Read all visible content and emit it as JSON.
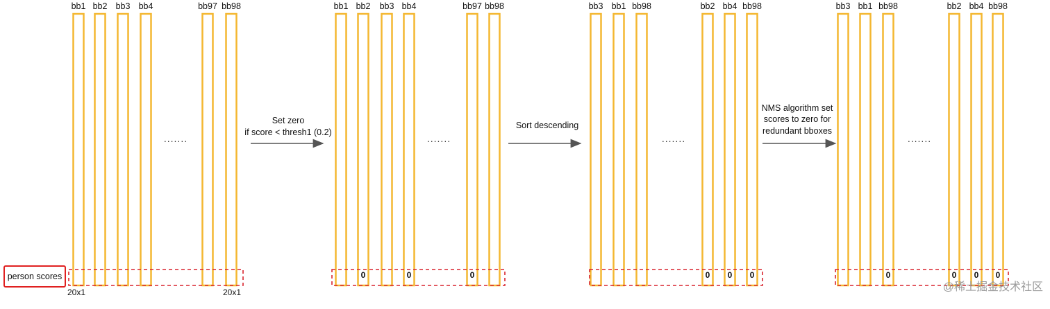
{
  "colors": {
    "column_stroke": "#F4B731",
    "dashed_box_stroke": "#D9242E",
    "person_box_stroke": "#E02020",
    "arrow": "#555555",
    "text": "#111111",
    "watermark": "#9a9a9a"
  },
  "ellipsis": ".......",
  "dimension_label": "20x1",
  "person_scores_label": "person scores",
  "watermark": "@稀土掘金技术社区",
  "stages": [
    {
      "columns": [
        {
          "label": "bb1",
          "zero": ""
        },
        {
          "label": "bb2",
          "zero": ""
        },
        {
          "label": "bb3",
          "zero": ""
        },
        {
          "label": "bb4",
          "zero": ""
        },
        {
          "label": "bb97",
          "zero": ""
        },
        {
          "label": "bb98",
          "zero": ""
        }
      ]
    },
    {
      "columns": [
        {
          "label": "bb1",
          "zero": ""
        },
        {
          "label": "bb2",
          "zero": "0"
        },
        {
          "label": "bb3",
          "zero": ""
        },
        {
          "label": "bb4",
          "zero": "0"
        },
        {
          "label": "bb97",
          "zero": "0"
        },
        {
          "label": "bb98",
          "zero": ""
        }
      ]
    },
    {
      "columns": [
        {
          "label": "bb3",
          "zero": ""
        },
        {
          "label": "bb1",
          "zero": ""
        },
        {
          "label": "bb98",
          "zero": ""
        },
        {
          "label": "bb2",
          "zero": "0"
        },
        {
          "label": "bb4",
          "zero": "0"
        },
        {
          "label": "bb98",
          "zero": "0"
        }
      ]
    },
    {
      "columns": [
        {
          "label": "bb3",
          "zero": ""
        },
        {
          "label": "bb1",
          "zero": ""
        },
        {
          "label": "bb98",
          "zero": "0"
        },
        {
          "label": "bb2",
          "zero": "0"
        },
        {
          "label": "bb4",
          "zero": "0"
        },
        {
          "label": "bb98",
          "zero": "0"
        }
      ]
    }
  ],
  "transitions": [
    {
      "lines": [
        "Set zero",
        "if score < thresh1 (0.2)"
      ]
    },
    {
      "lines": [
        "Sort descending"
      ]
    },
    {
      "lines": [
        "NMS algorithm set",
        "scores to zero for",
        "redundant bboxes"
      ]
    }
  ]
}
